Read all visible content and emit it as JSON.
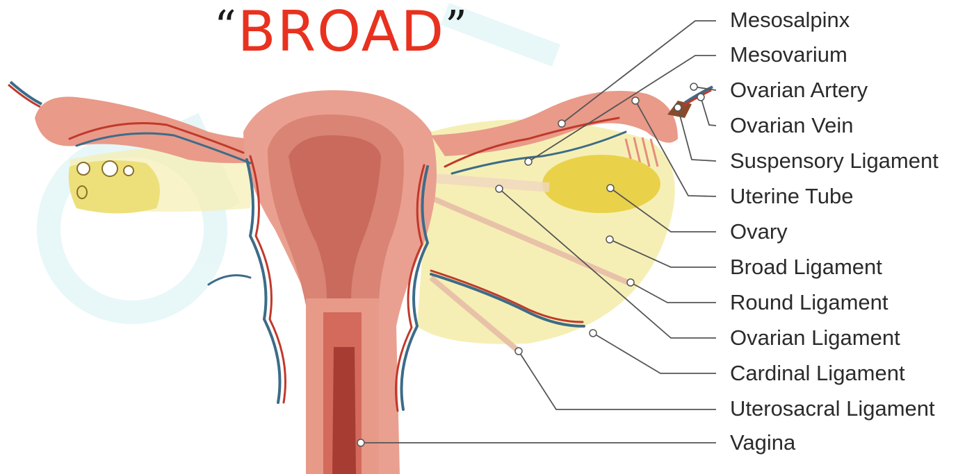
{
  "title": {
    "open_quote": "“",
    "word": "BROAD",
    "close_quote": "”"
  },
  "labels": [
    "Mesosalpinx",
    "Mesovarium",
    "Ovarian Artery",
    "Ovarian Vein",
    "Suspensory Ligament",
    "Uterine Tube",
    "Ovary",
    "Broad Ligament",
    "Round Ligament",
    "Ovarian Ligament",
    "Cardinal Ligament",
    "Uterosacral Ligament",
    "Vagina"
  ],
  "colors": {
    "title": "#e8321f",
    "uterus_outer": "#eaa090",
    "uterus_inner": "#d97f70",
    "cavity": "#b8483c",
    "broad_ligament": "#f6efb5",
    "ovary": "#e9d24a",
    "artery": "#c0392b",
    "vein": "#3c6c88",
    "leader": "#555555"
  }
}
